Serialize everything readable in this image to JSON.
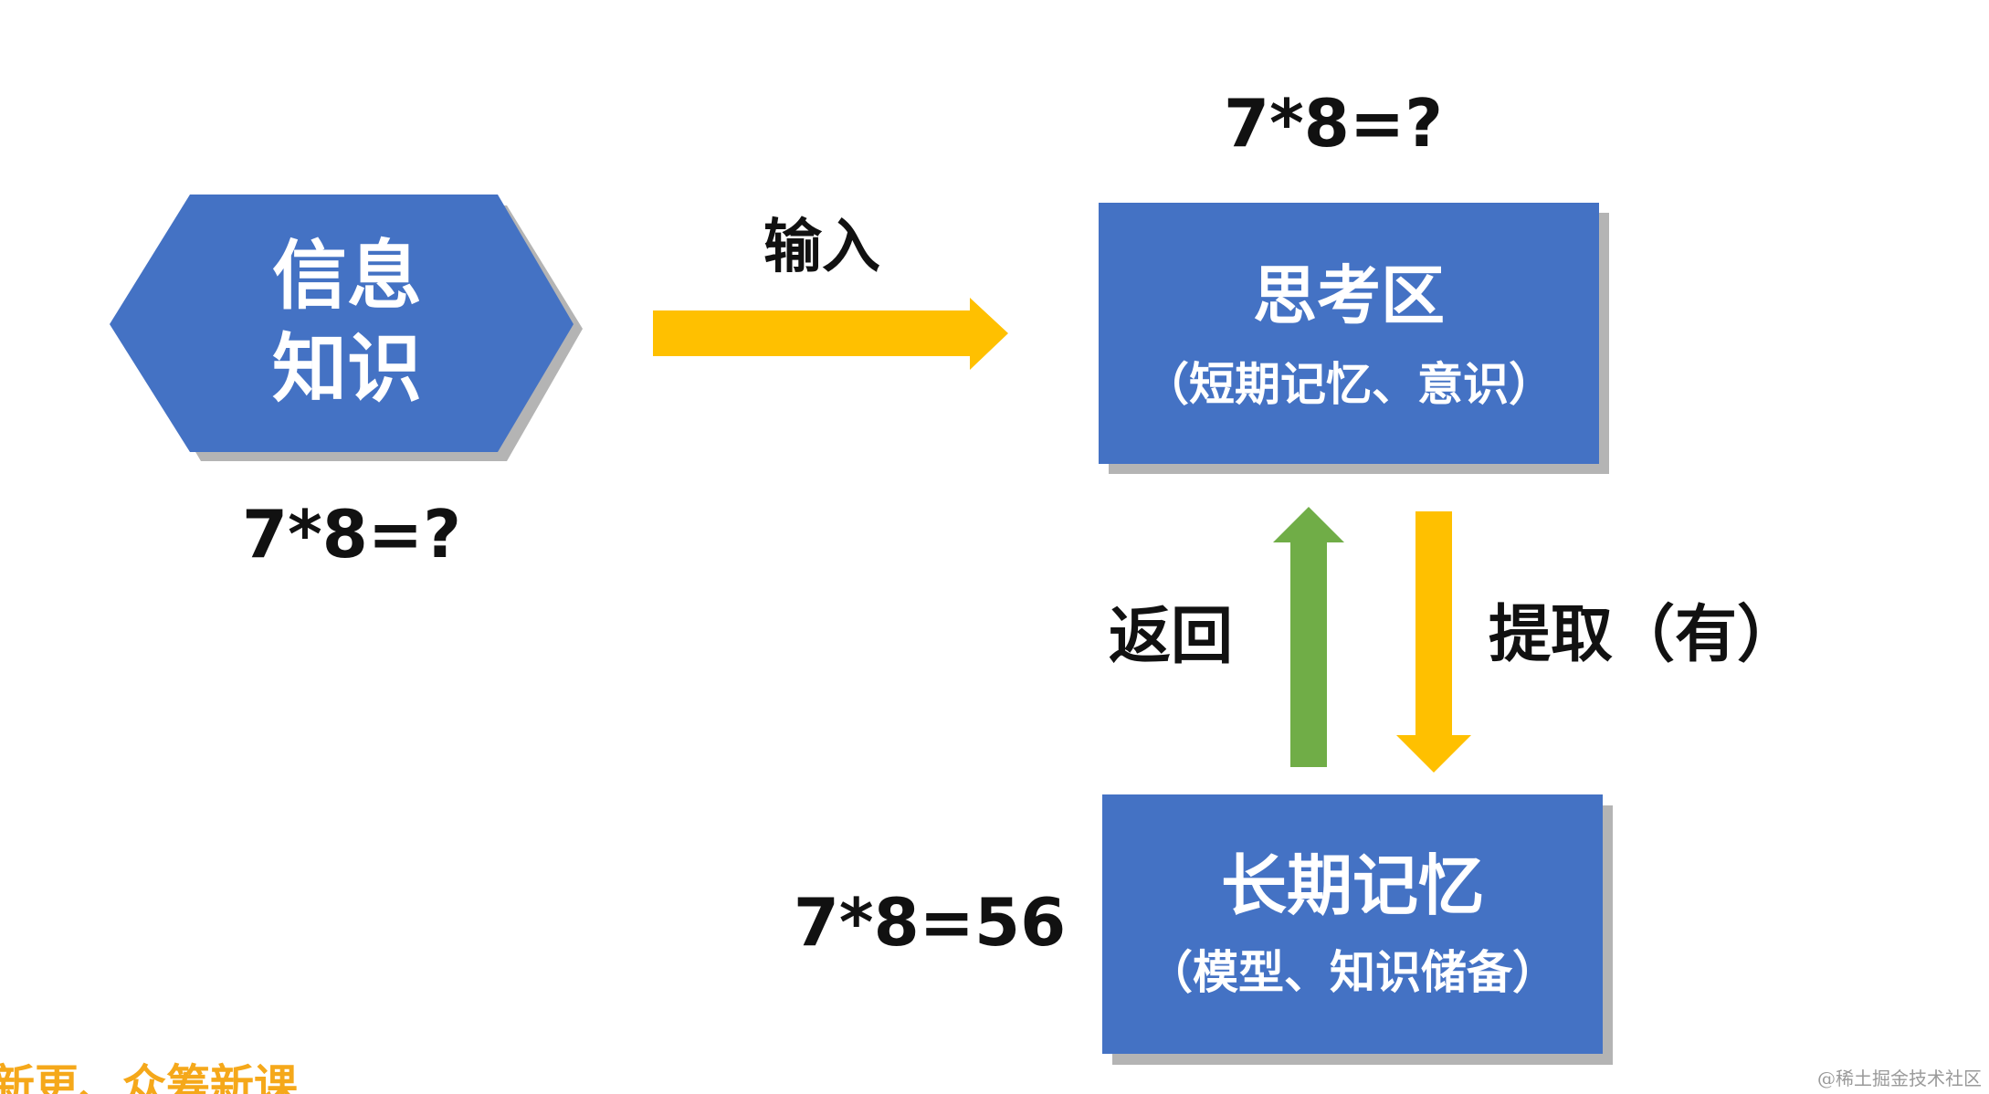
{
  "hexagon": {
    "line1": "信息",
    "line2": "知识"
  },
  "arrow_input": {
    "label": "输入"
  },
  "box_thinking": {
    "title": "思考区",
    "subtitle": "（短期记忆、意识）"
  },
  "box_memory": {
    "title": "长期记忆",
    "subtitle": "（模型、知识储备）"
  },
  "arrow_return": {
    "label": "返回"
  },
  "arrow_extract": {
    "label": "提取（有）"
  },
  "expressions": {
    "question_top": "7*8=?",
    "question_left": "7*8=?",
    "answer": "7*8=56"
  },
  "footer": {
    "ticker": "新更、众筹新课",
    "watermark": "@稀土掘金技术社区"
  },
  "colors": {
    "box_blue": "#4472c4",
    "shadow_gray": "#b4b4b4",
    "arrow_yellow": "#ffc000",
    "arrow_green": "#70ad47",
    "text_white": "#ffffff",
    "text_black": "#111111"
  }
}
